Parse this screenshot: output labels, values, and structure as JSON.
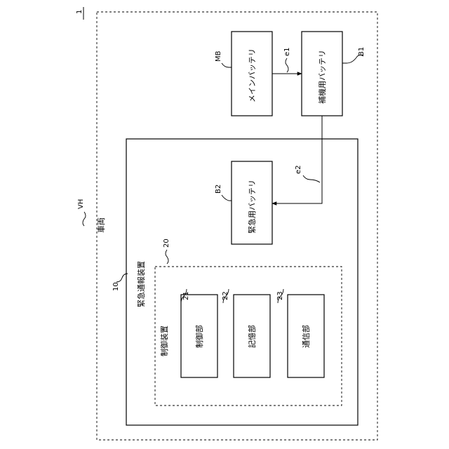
{
  "figure_number": "1",
  "vehicle": {
    "ref": "VH",
    "label": "車両"
  },
  "main_battery": {
    "ref": "MB",
    "label": "メインバッテリ"
  },
  "aux_battery": {
    "ref": "B1",
    "label": "補機用バッテリ"
  },
  "emergency_battery": {
    "ref": "B2",
    "label": "緊急用バッテリ"
  },
  "emergency_device": {
    "ref": "10",
    "label": "緊急通報装置"
  },
  "control_device": {
    "ref": "20",
    "label": "制御装置"
  },
  "control_unit": {
    "ref": "21",
    "label": "制御部"
  },
  "storage_unit": {
    "ref": "22",
    "label": "記憶部"
  },
  "comm_unit": {
    "ref": "23",
    "label": "通信部"
  },
  "power_lines": {
    "e1": "e1",
    "e2": "e2"
  }
}
